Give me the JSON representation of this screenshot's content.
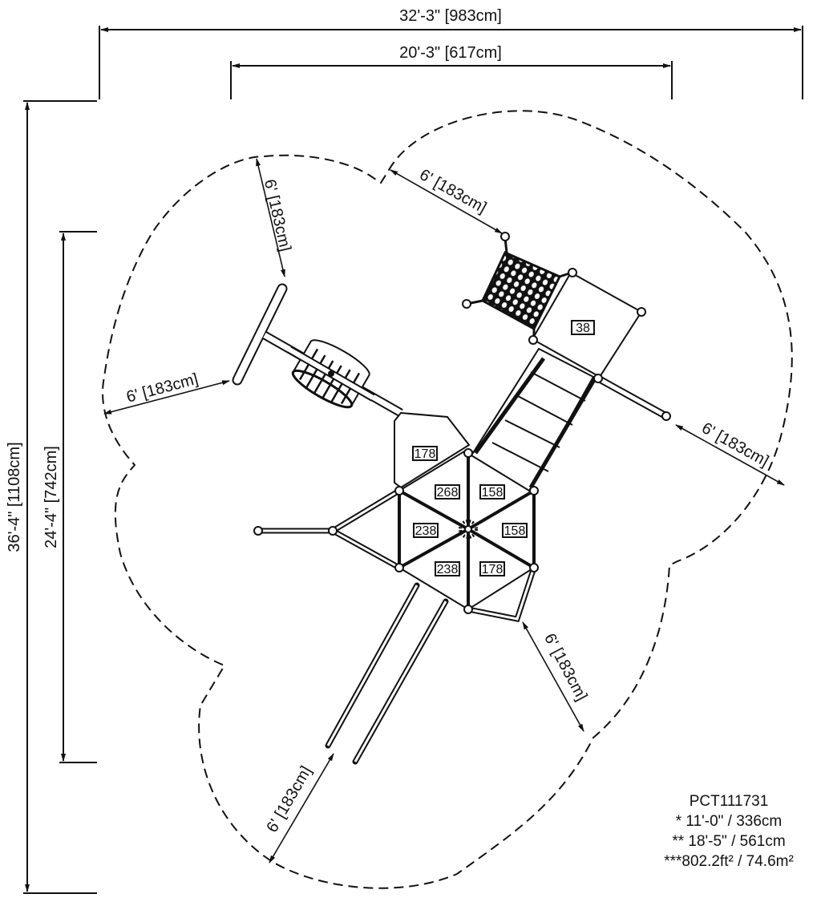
{
  "drawing": {
    "model": "PCT111731",
    "spec_lines": [
      "* 11'-0\" / 336cm",
      "** 18'-5\" / 561cm",
      "***802.2ft² / 74.6m²"
    ]
  },
  "dimensions": {
    "overall_width": "32'-3\" [983cm]",
    "equipment_width": "20'-3\" [617cm]",
    "overall_length": "36'-4\" [1108cm]",
    "equipment_length": "24'-4\" [742cm]",
    "safety_zone_labels": [
      "6' [183cm]",
      "6' [183cm]",
      "6' [183cm]",
      "6' [183cm]",
      "6' [183cm]",
      "6' [183cm]"
    ]
  },
  "platform_heights": {
    "deck_top": "38",
    "upper_left": "178",
    "hex_top_left": "268",
    "hex_top_right": "158",
    "hex_mid_left": "238",
    "hex_mid_right": "158",
    "hex_bottom_left": "238",
    "hex_bottom_right": "178"
  },
  "colors": {
    "line": "#111111",
    "background": "#ffffff"
  }
}
